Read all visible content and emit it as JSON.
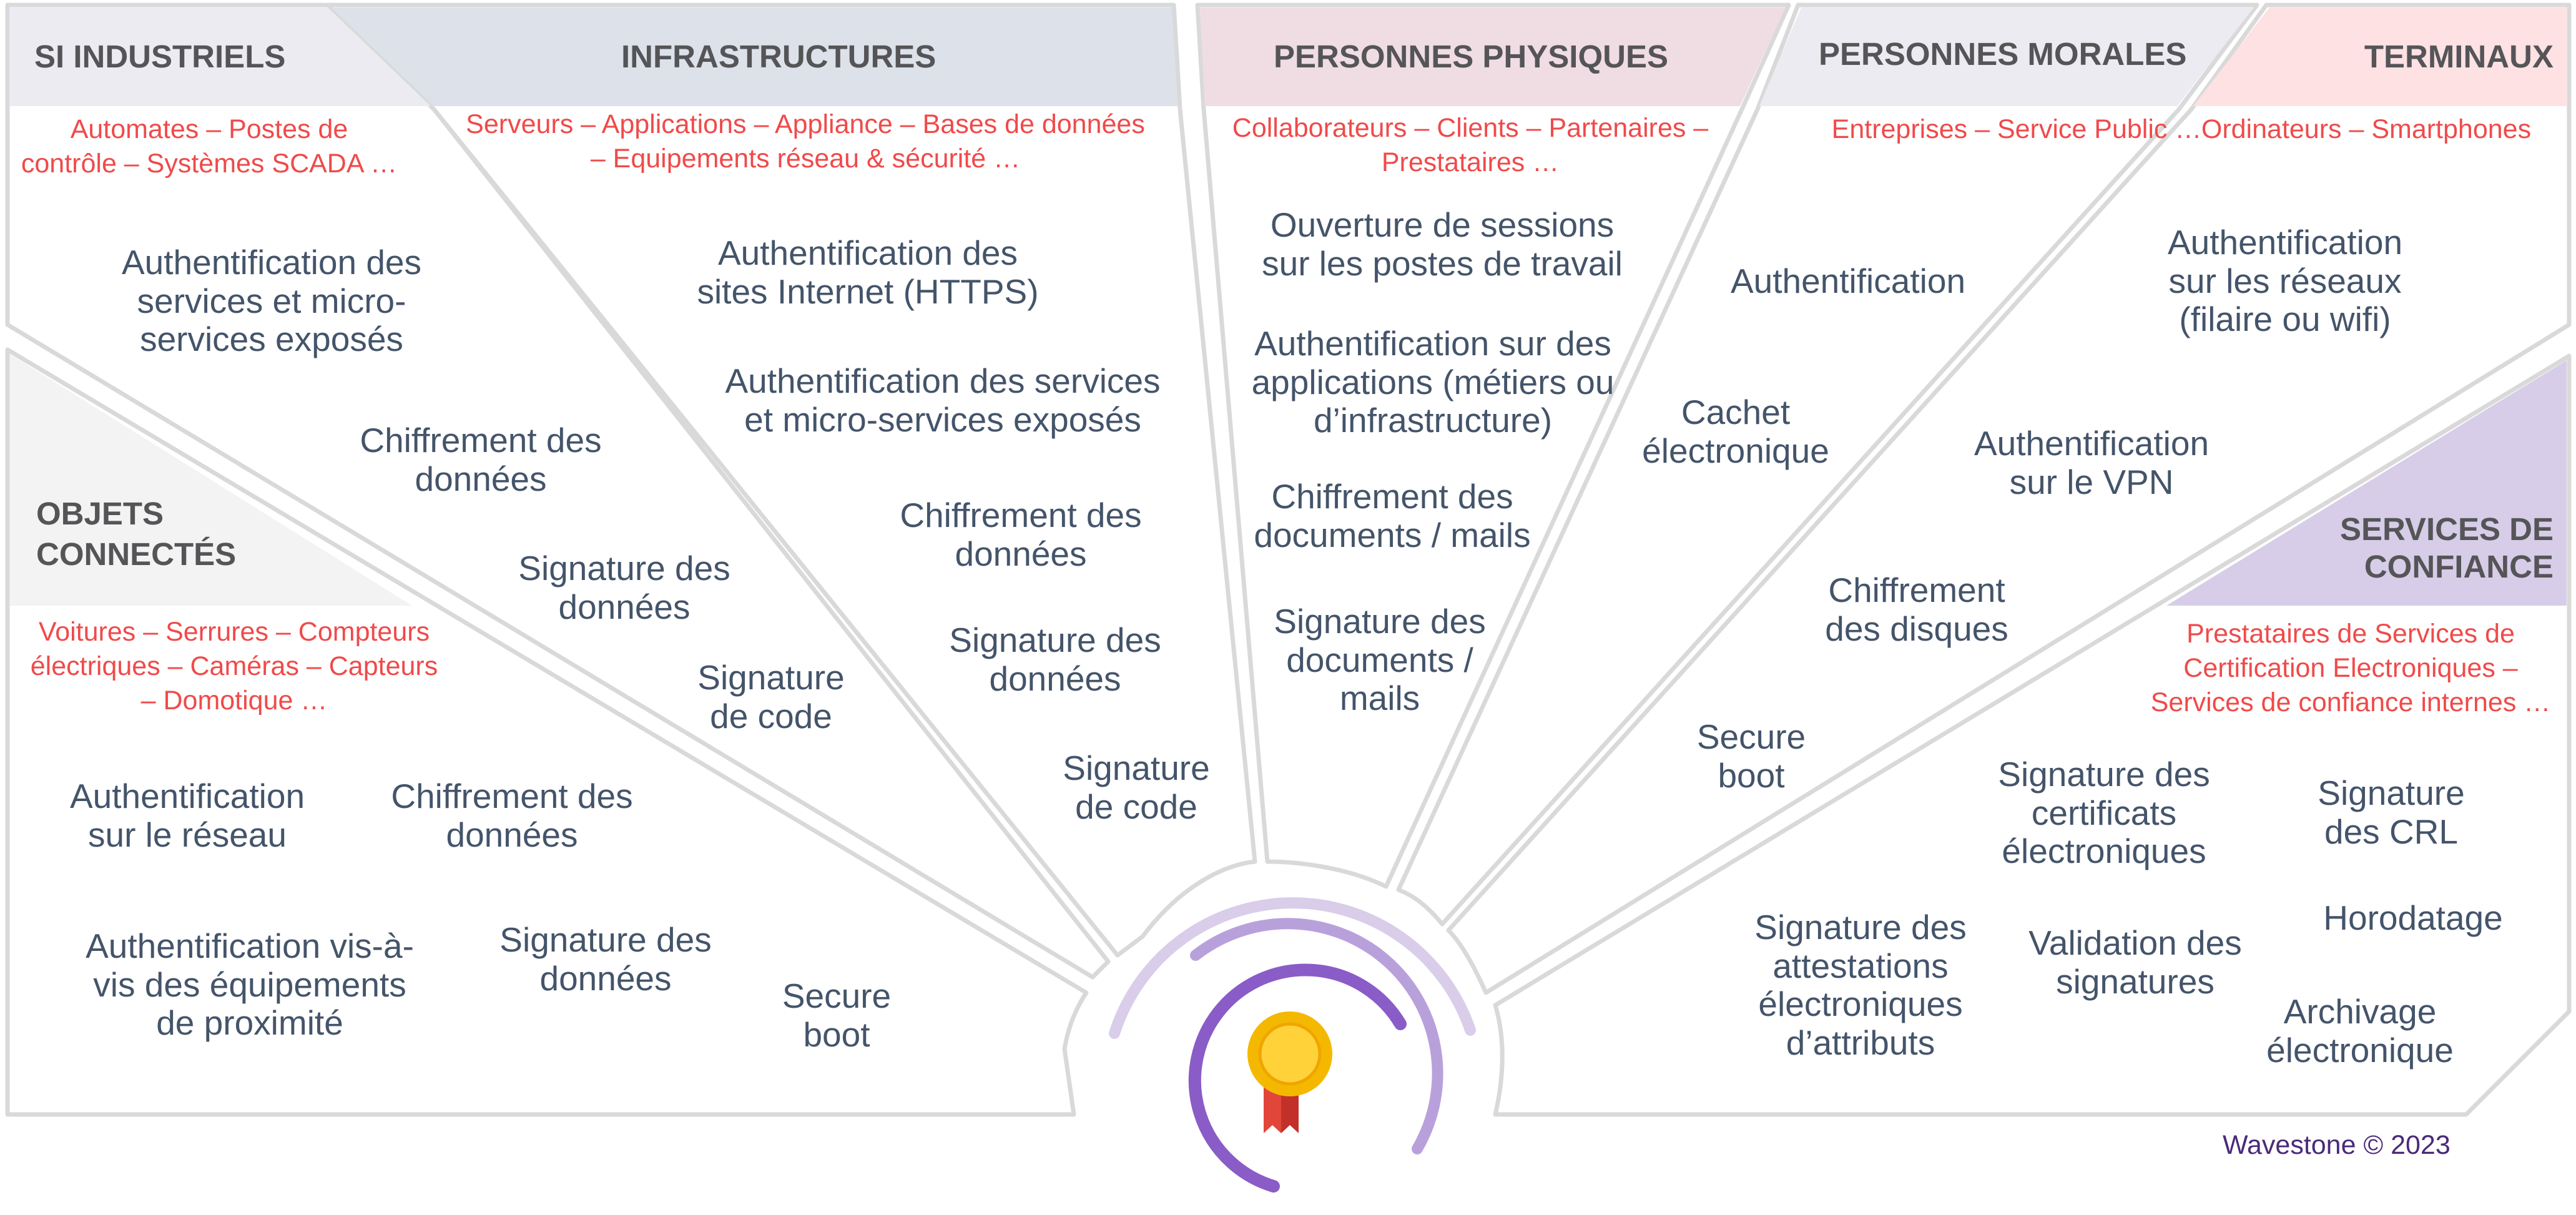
{
  "colors": {
    "header_si_industriels": "#ecebf1",
    "header_infrastructures": "#dce1ea",
    "header_personnes_physiques": "#f0dde3",
    "header_personnes_morales": "#ecebf1",
    "header_terminaux": "#fde1e3",
    "header_objets_connectes": "#f3f3f3",
    "header_services_confiance": "#d7cde8",
    "panel_border": "#d9d9d9",
    "item_text": "#44546a",
    "subtitle_text": "#f04a4a",
    "arc_dark": "#8a5cc7",
    "arc_light": "#d9cdea",
    "medal_gold": "#f5b800",
    "ribbon_red": "#d93a2f"
  },
  "sections": {
    "si_industriels": {
      "title": "SI INDUSTRIELS",
      "subtitle": "Automates – Postes de\ncontrôle – Systèmes SCADA …",
      "items": [
        "Authentification des\nservices et micro-\nservices exposés",
        "Chiffrement des\ndonnées",
        "Signature des\ndonnées",
        "Signature\nde code"
      ]
    },
    "infrastructures": {
      "title": "INFRASTRUCTURES",
      "subtitle": "Serveurs – Applications – Appliance – Bases de données\n– Equipements réseau & sécurité …",
      "items": [
        "Authentification des\nsites Internet (HTTPS)",
        "Authentification des services\net micro-services exposés",
        "Chiffrement des\ndonnées",
        "Signature des\ndonnées",
        "Signature\nde code"
      ]
    },
    "personnes_physiques": {
      "title": "PERSONNES PHYSIQUES",
      "subtitle": "Collaborateurs – Clients – Partenaires –\nPrestataires …",
      "items": [
        "Ouverture de sessions\nsur les postes de travail",
        "Authentification sur des\napplications (métiers ou\nd’infrastructure)",
        "Chiffrement des\ndocuments / mails",
        "Signature des\ndocuments /\nmails"
      ]
    },
    "personnes_morales": {
      "title": "PERSONNES MORALES",
      "subtitle": "Entreprises – Service Public …",
      "items": [
        "Authentification",
        "Cachet\nélectronique"
      ]
    },
    "terminaux": {
      "title": "TERMINAUX",
      "subtitle": "Ordinateurs – Smartphones",
      "items": [
        "Authentification\nsur les réseaux\n(filaire ou wifi)",
        "Authentification\nsur le VPN",
        "Chiffrement\ndes disques",
        "Secure\nboot"
      ]
    },
    "objets_connectes": {
      "title": "OBJETS\nCONNECTÉS",
      "subtitle": "Voitures – Serrures – Compteurs\nélectriques – Caméras – Capteurs\n–  Domotique …",
      "items": [
        "Authentification\nsur le réseau",
        "Chiffrement des\ndonnées",
        "Authentification vis-à-\nvis des équipements\nde proximité",
        "Signature des\ndonnées",
        "Secure\nboot"
      ]
    },
    "services_confiance": {
      "title": "SERVICES DE\nCONFIANCE",
      "subtitle": "Prestataires de Services de\nCertification Electroniques –\nServices de confiance internes …",
      "items": [
        "Signature des\ncertificats\nélectroniques",
        "Signature\ndes CRL",
        "Horodatage",
        "Signature des\nattestations\nélectroniques\nd’attributs",
        "Validation des\nsignatures",
        "Archivage\nélectronique"
      ]
    }
  },
  "credit": "Wavestone © 2023",
  "center_icon": "certificate-medal-icon"
}
